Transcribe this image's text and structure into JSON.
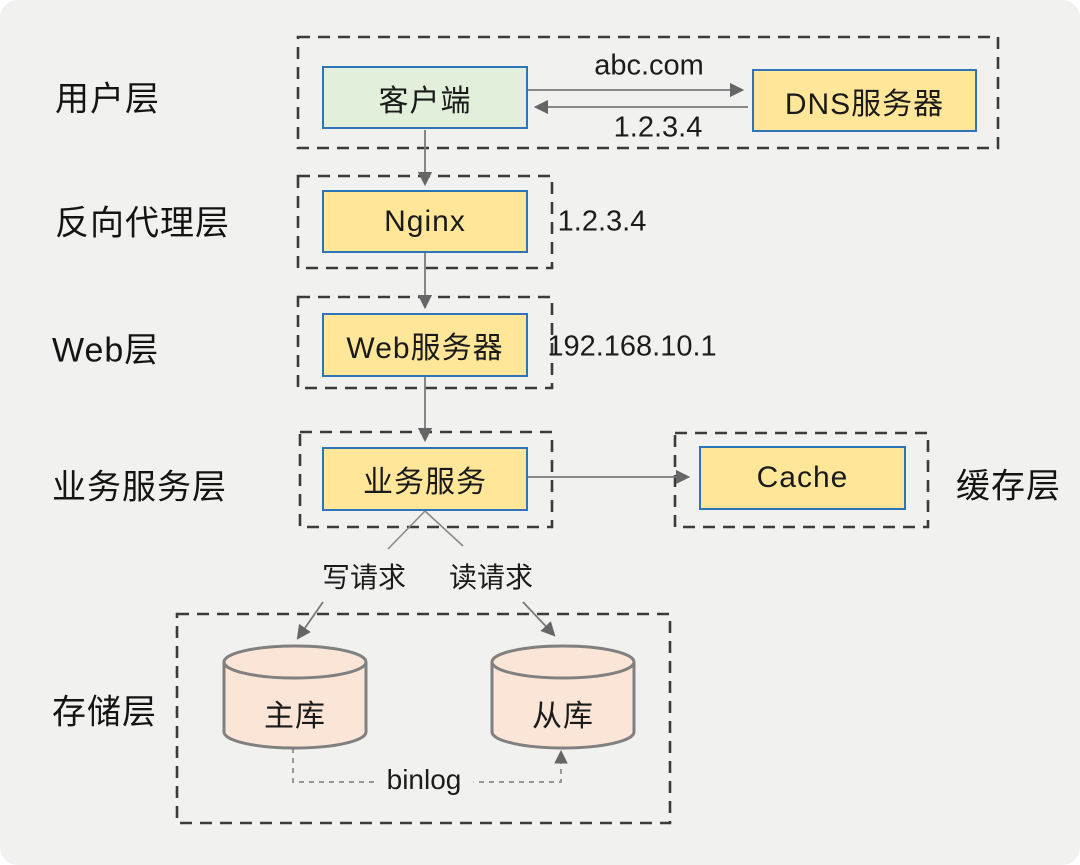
{
  "layers": {
    "user": "用户层",
    "proxy": "反向代理层",
    "web": "Web层",
    "service": "业务服务层",
    "storage": "存储层",
    "cache": "缓存层"
  },
  "nodes": {
    "client": "客户端",
    "dns": "DNS服务器",
    "nginx": "Nginx",
    "web_server": "Web服务器",
    "service": "业务服务",
    "cache": "Cache",
    "master_db": "主库",
    "slave_db": "从库"
  },
  "edges": {
    "dns_query": "abc.com",
    "dns_response": "1.2.3.4",
    "nginx_ip": "1.2.3.4",
    "web_server_ip": "192.168.10.1",
    "write_request": "写请求",
    "read_request": "读请求",
    "binlog": "binlog"
  },
  "colors": {
    "background": "#f1f1ef",
    "node_border": "#2e75b6",
    "node_fill_yellow": "#ffe699",
    "node_fill_green": "#e2efda",
    "db_fill": "#fbe5d6",
    "db_stroke": "#808080",
    "dashed_container": "#3b3b3b",
    "arrow": "#7a7a7a"
  }
}
